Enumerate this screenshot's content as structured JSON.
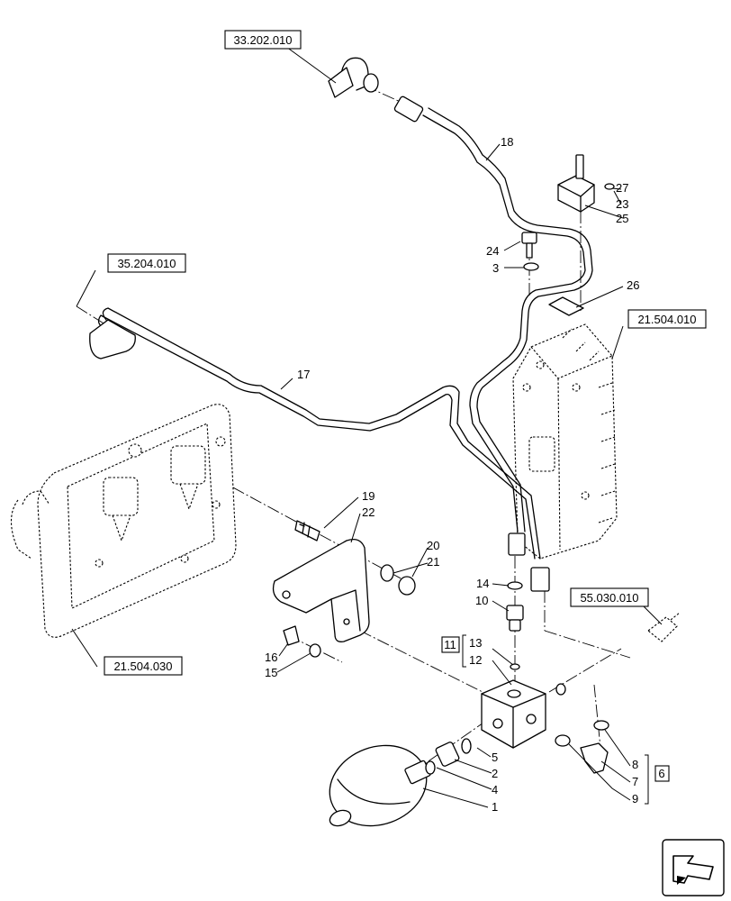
{
  "diagram": {
    "references": {
      "ref_top": "33.202.010",
      "ref_left": "35.204.010",
      "ref_right": "21.504.010",
      "ref_bottom_left": "21.504.030",
      "ref_sensor": "55.030.010"
    },
    "callouts": {
      "c1": "1",
      "c2": "2",
      "c3": "3",
      "c4": "4",
      "c5": "5",
      "c6": "6",
      "c7": "7",
      "c8": "8",
      "c9": "9",
      "c10": "10",
      "c11": "11",
      "c12": "12",
      "c13": "13",
      "c14": "14",
      "c15": "15",
      "c16": "16",
      "c17": "17",
      "c18": "18",
      "c19": "19",
      "c20": "20",
      "c21": "21",
      "c22": "22",
      "c23": "23",
      "c24": "24",
      "c25": "25",
      "c26": "26",
      "c27": "27"
    },
    "colors": {
      "line": "#000000",
      "background": "#ffffff",
      "shade": "#d6d6d6"
    },
    "icons": {
      "corner_icon": "arrow-left-icon"
    }
  }
}
